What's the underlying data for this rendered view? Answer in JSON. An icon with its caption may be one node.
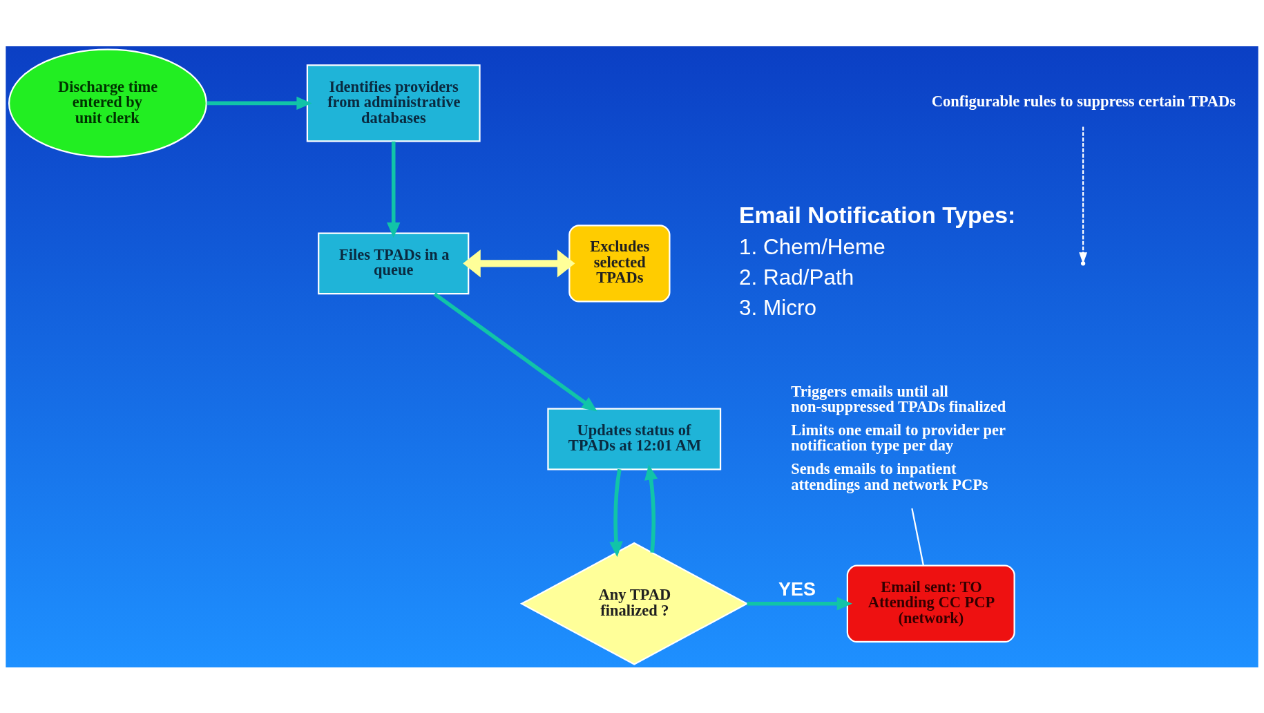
{
  "diagram": {
    "nodes": [
      {
        "text": [
          "Discharge time entered by unit clerk"
        ]
      },
      {
        "text": [
          "Identifies providers from administrative databases"
        ]
      },
      {
        "text": [
          "Files TPADs in a queue"
        ]
      },
      {
        "text": [
          "Excludes selected TPADs"
        ]
      },
      {
        "text": [
          "Configurable rules to suppress certain TPADs"
        ]
      },
      {
        "text": [
          "Updates status of TPADs at 12:01 AM"
        ]
      },
      {
        "text": [
          "Any TPAD finalized ?"
        ]
      },
      {
        "text": [
          "Email sent: TO Attending CC PCP (network)"
        ]
      },
      {
        "text": [
          "Triggers emails until all non-suppressed TPADs finalized",
          "Limits one email to provider per notification type per day",
          "Sends emails to inpatient attendings and network PCPs"
        ]
      }
    ],
    "edges": [
      {
        "from": 0,
        "to": 1,
        "arrow": "to"
      },
      {
        "from": 1,
        "to": 2,
        "arrow": "to"
      },
      {
        "from": 2,
        "to": 3,
        "arrow": "both",
        "style": "thick",
        "color": "#ffff99"
      },
      {
        "from": 4,
        "to": null,
        "arrow": "to",
        "style": "dashed",
        "color": "#ffffff"
      },
      {
        "from": 2,
        "to": 5,
        "arrow": "to"
      },
      {
        "from": 5,
        "to": 6,
        "arrow": "to"
      },
      {
        "from": 6,
        "to": 7,
        "label": "YES",
        "arrow": "to"
      },
      {
        "from": 6,
        "to": 5,
        "arrow": "to"
      },
      {
        "from": 8,
        "to": 7,
        "arrow": "none",
        "color": "#ffffff"
      }
    ],
    "labels": [
      "Email Notification Types:",
      "1. Chem/Heme",
      "2. Rad/Path",
      "3. Micro"
    ]
  }
}
